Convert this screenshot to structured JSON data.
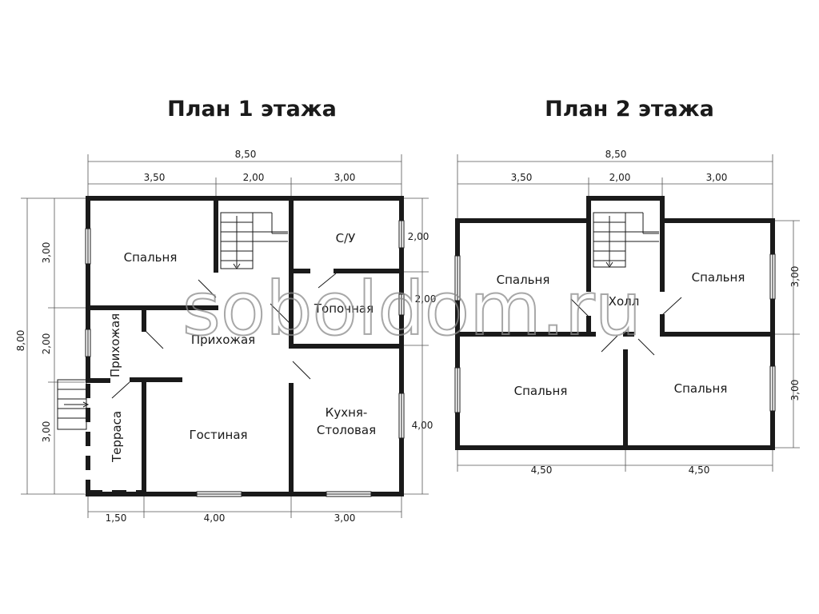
{
  "plan1": {
    "title": "План 1 этажа",
    "rooms": {
      "bedroom": "Спальня",
      "bath": "С/У",
      "boiler": "Топочная",
      "hall": "Прихожая",
      "entry": "Прихожая",
      "living": "Гостиная",
      "kitchen": "Кухня-",
      "kitchen2": "Столовая",
      "terrace": "Терраса"
    },
    "dims": {
      "top_total": "8,50",
      "top_a": "3,50",
      "top_b": "2,00",
      "top_c": "3,00",
      "left_total": "8,00",
      "left_a": "3,00",
      "left_b": "2,00",
      "left_c": "3,00",
      "right_a": "2,00",
      "right_b": "2,00",
      "right_c": "4,00",
      "bottom_a": "1,50",
      "bottom_b": "4,00",
      "bottom_c": "3,00"
    }
  },
  "plan2": {
    "title": "План 2 этажа",
    "rooms": {
      "bedroom_nw": "Спальня",
      "hall": "Холл",
      "bedroom_ne": "Спальня",
      "bedroom_sw": "Спальня",
      "bedroom_se": "Спальня"
    },
    "dims": {
      "top_total": "8,50",
      "top_a": "3,50",
      "top_b": "2,00",
      "top_c": "3,00",
      "right_a": "3,00",
      "right_b": "3,00",
      "bottom_a": "4,50",
      "bottom_b": "4,50"
    }
  },
  "watermark": "soboldom.ru"
}
